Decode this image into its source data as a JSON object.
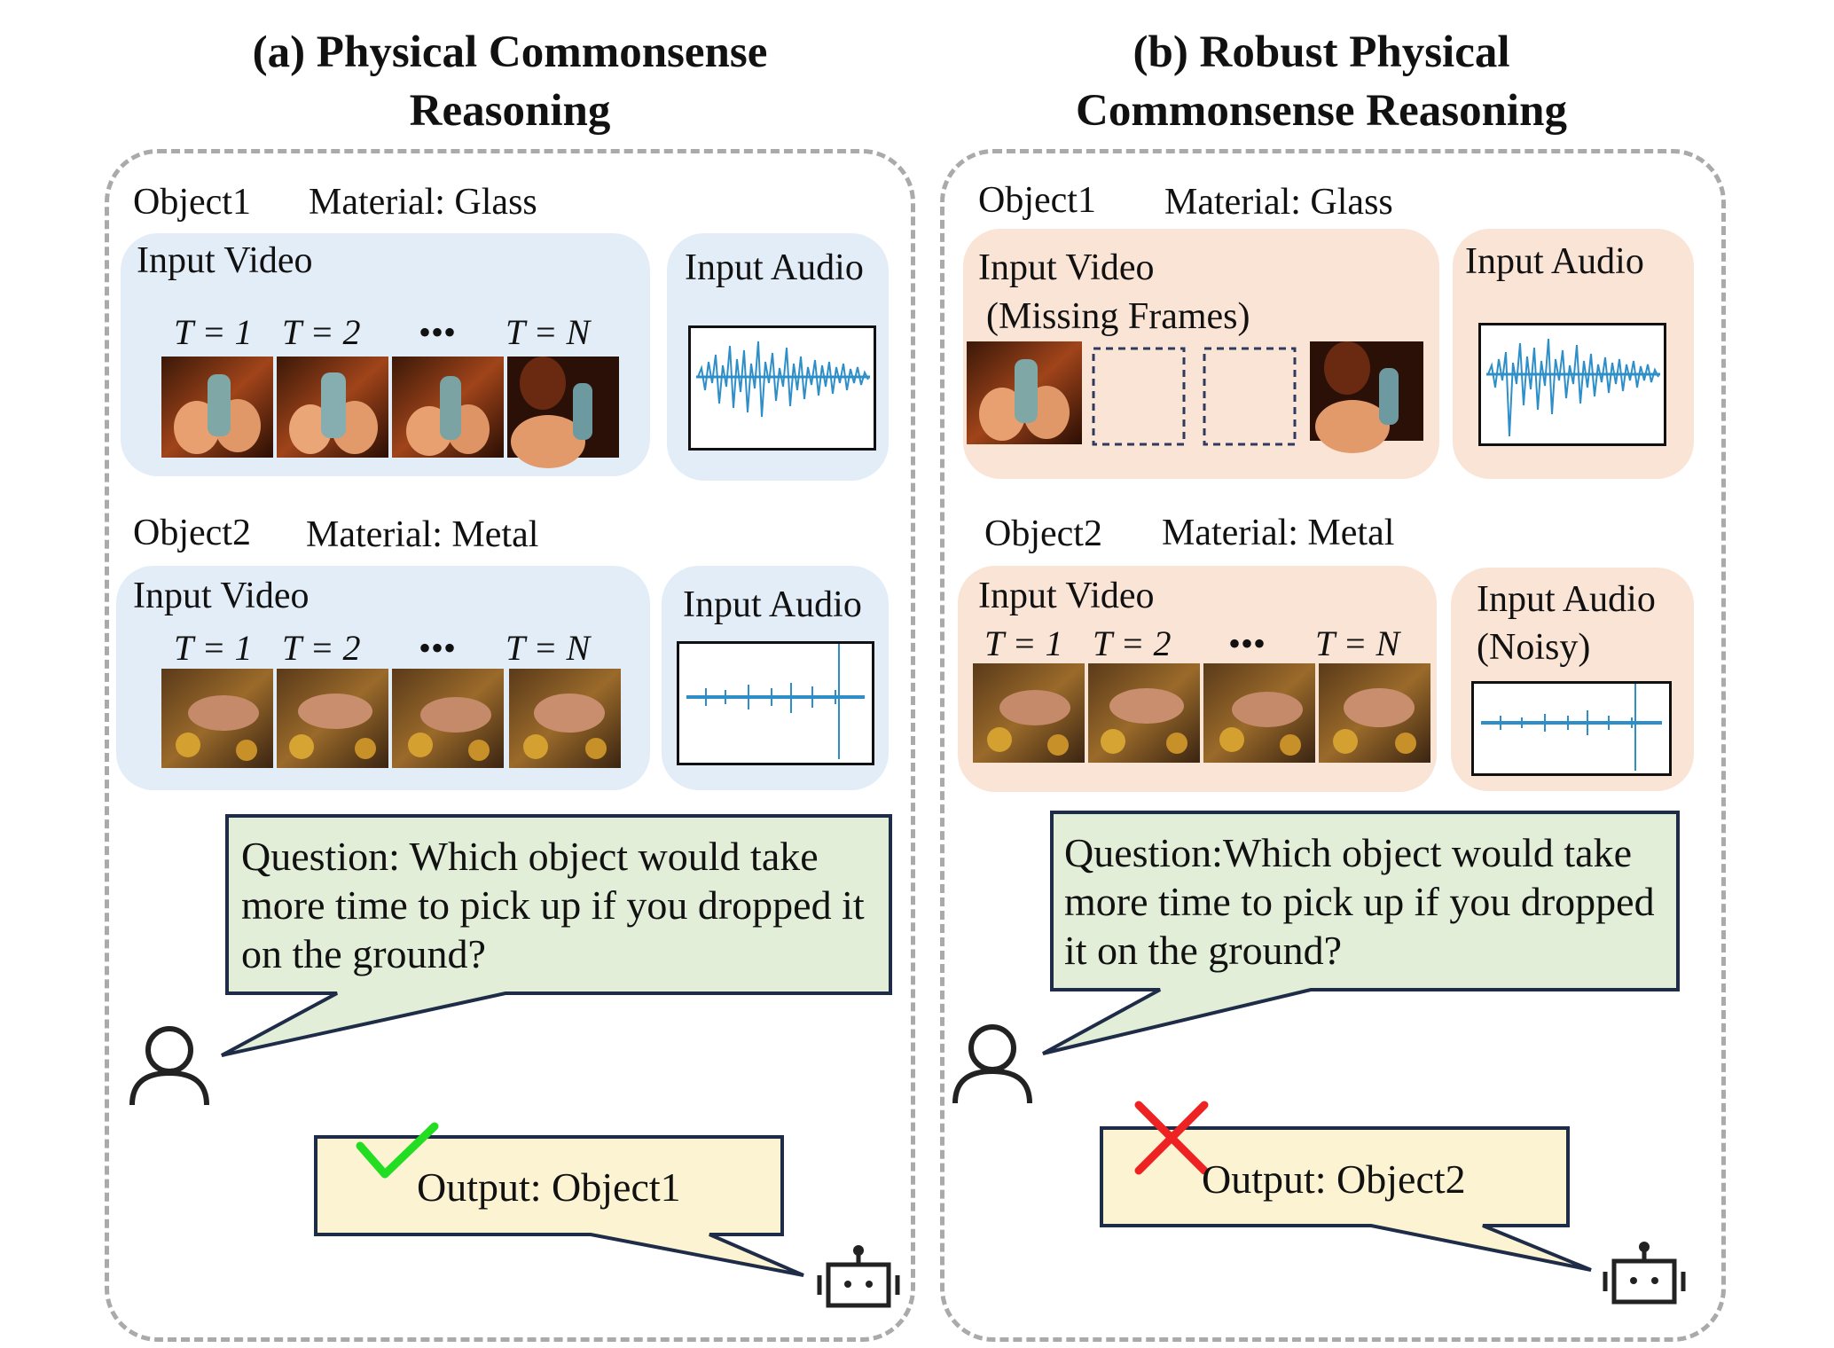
{
  "panel_a": {
    "title_line1": "(a) Physical Commonsense",
    "title_line2": "Reasoning",
    "object1": {
      "name": "Object1",
      "material": "Material: Glass",
      "video_label": "Input Video",
      "audio_label": "Input Audio"
    },
    "object2": {
      "name": "Object2",
      "material": "Material: Metal",
      "video_label": "Input Video",
      "audio_label": "Input Audio"
    },
    "time_labels": [
      "T = 1",
      "T = 2",
      "•••",
      "T = N"
    ],
    "question": "Question: Which object would take more time to pick up if you dropped it on the ground?",
    "output": "Output: Object1"
  },
  "panel_b": {
    "title_line1": "(b) Robust Physical",
    "title_line2": "Commonsense Reasoning",
    "object1": {
      "name": "Object1",
      "material": "Material: Glass",
      "video_label": "Input Video",
      "video_note": "(Missing Frames)",
      "audio_label": "Input Audio"
    },
    "object2": {
      "name": "Object2",
      "material": "Material: Metal",
      "video_label": "Input Video",
      "audio_label": "Input Audio",
      "audio_note": "(Noisy)"
    },
    "time_labels": [
      "T = 1",
      "T = 2",
      "•••",
      "T = N"
    ],
    "question": "Question:Which object would take more time to pick up if you dropped it on the ground?",
    "output": "Output: Object2"
  },
  "colors": {
    "clean_box": "#e3edf8",
    "perturbed_box": "#fae4d6",
    "speech_bubble": "#e2eed8",
    "output_bubble": "#fcf3d2",
    "waveform": "#2e8fc8",
    "check": "#22dd22",
    "cross": "#ee2222"
  },
  "icons": [
    "user-icon",
    "robot-icon",
    "check-icon",
    "cross-icon"
  ]
}
